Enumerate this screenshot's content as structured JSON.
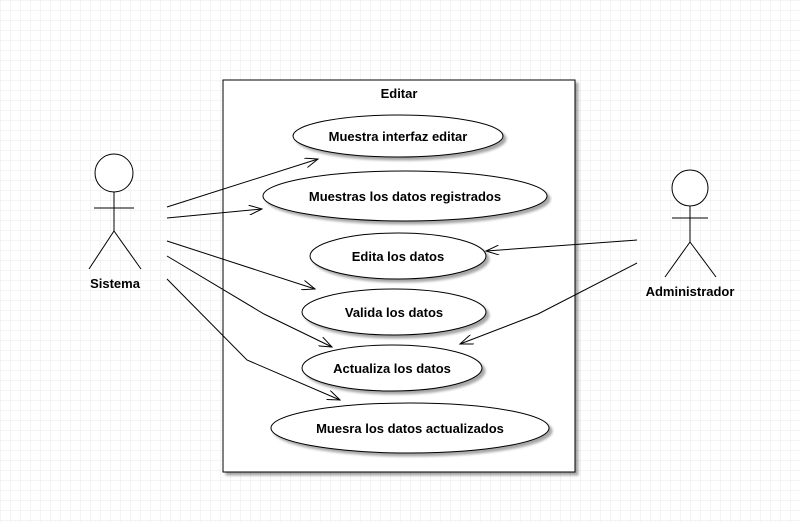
{
  "system": {
    "title": "Editar"
  },
  "actors": {
    "sistema": {
      "name": "Sistema"
    },
    "administrador": {
      "name": "Administrador"
    }
  },
  "use_cases": [
    {
      "id": "uc1",
      "label": "Muestra interfaz editar"
    },
    {
      "id": "uc2",
      "label": "Muestras los datos registrados"
    },
    {
      "id": "uc3",
      "label": "Edita los datos"
    },
    {
      "id": "uc4",
      "label": "Valida los datos"
    },
    {
      "id": "uc5",
      "label": "Actualiza los datos"
    },
    {
      "id": "uc6",
      "label": "Muesra los datos actualizados"
    }
  ],
  "associations": [
    {
      "from": "sistema",
      "to": "uc1"
    },
    {
      "from": "sistema",
      "to": "uc2"
    },
    {
      "from": "sistema",
      "to": "uc4"
    },
    {
      "from": "sistema",
      "to": "uc5"
    },
    {
      "from": "sistema",
      "to": "uc6"
    },
    {
      "from": "administrador",
      "to": "uc3"
    },
    {
      "from": "administrador",
      "to": "uc5"
    }
  ],
  "colors": {
    "grid": "#e6e6e6",
    "stroke": "#000000",
    "fill": "#ffffff",
    "shadow": "#b0b0b0"
  }
}
